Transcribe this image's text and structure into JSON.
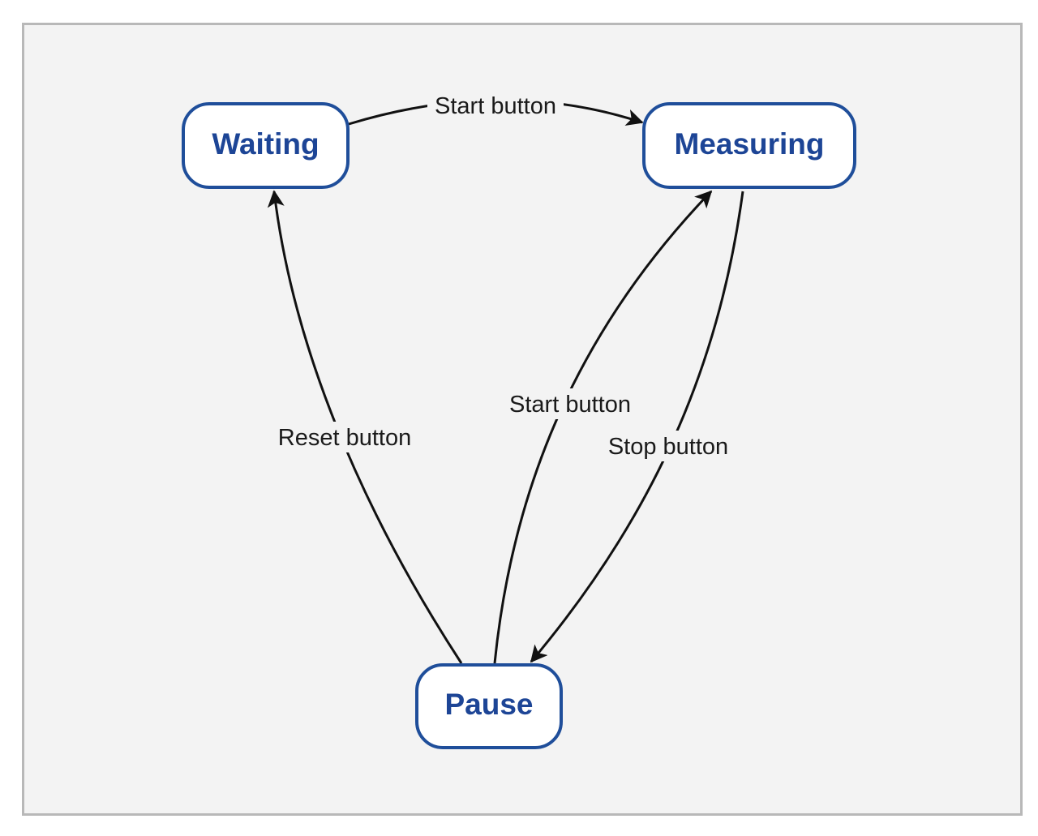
{
  "colors": {
    "background": "#f3f3f3",
    "frame_border": "#b8b8b8",
    "state_border": "#1f4e9a",
    "state_text": "#1d4596",
    "edge": "#111111"
  },
  "states": {
    "waiting": "Waiting",
    "measuring": "Measuring",
    "pause": "Pause"
  },
  "transitions": [
    {
      "from": "Waiting",
      "to": "Measuring",
      "label": "Start button"
    },
    {
      "from": "Pause",
      "to": "Waiting",
      "label": "Reset button"
    },
    {
      "from": "Pause",
      "to": "Measuring",
      "label": "Start button"
    },
    {
      "from": "Measuring",
      "to": "Pause",
      "label": "Stop button"
    }
  ]
}
